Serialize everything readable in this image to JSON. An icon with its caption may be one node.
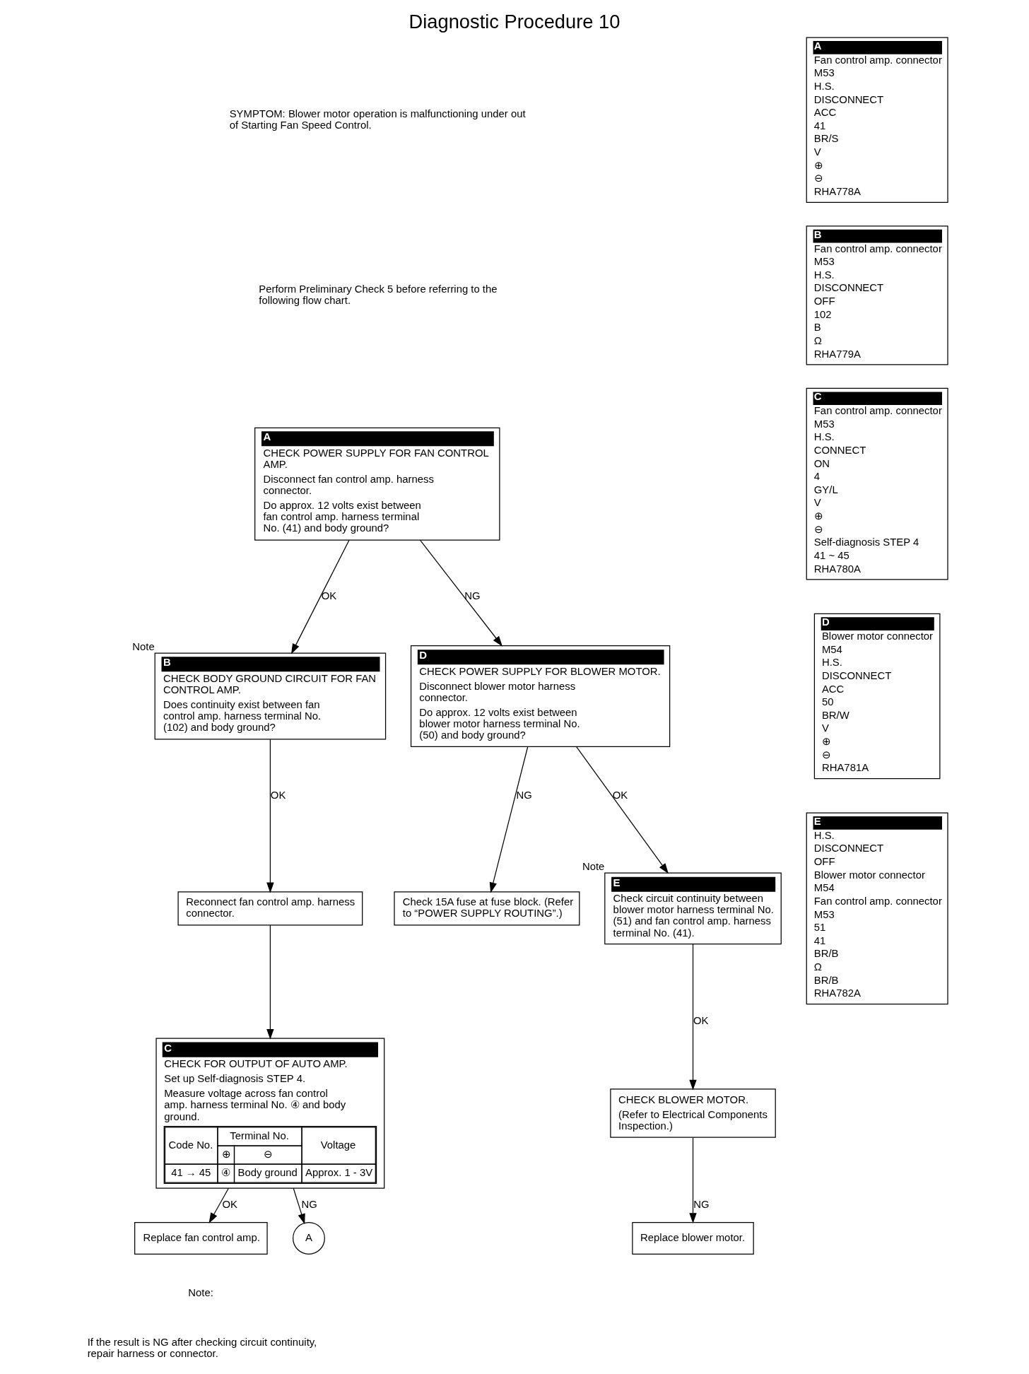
{
  "diagram": {
    "title": "Diagnostic Procedure 10",
    "nodes": [
      {
        "text": [
          "A",
          "Fan control amp. connector",
          "M53",
          "H.S.",
          "DISCONNECT",
          "ACC",
          "41",
          "BR/S",
          "V",
          "⊕",
          "⊖",
          "RHA778A"
        ]
      },
      {
        "text": [
          "B",
          "Fan control amp. connector",
          "M53",
          "H.S.",
          "DISCONNECT",
          "OFF",
          "102",
          "B",
          "Ω",
          "RHA779A"
        ]
      },
      {
        "text": [
          "C",
          "Fan control amp. connector",
          "M53",
          "H.S.",
          "CONNECT",
          "ON",
          "4",
          "GY/L",
          "V",
          "⊕",
          "⊖",
          "Self-diagnosis STEP 4",
          "41 ~ 45",
          "RHA780A"
        ]
      },
      {
        "text": [
          "D",
          "Blower motor connector",
          "M54",
          "H.S.",
          "DISCONNECT",
          "ACC",
          "50",
          "BR/W",
          "V",
          "⊕",
          "⊖",
          "RHA781A"
        ]
      },
      {
        "text": [
          "E",
          "H.S.",
          "DISCONNECT",
          "OFF",
          "Blower motor connector",
          "M54",
          "Fan control amp. connector",
          "M53",
          "51",
          "41",
          "BR/B",
          "Ω",
          "BR/B",
          "RHA782A"
        ]
      },
      {
        "text": [
          "A",
          "CHECK POWER SUPPLY FOR FAN CONTROL AMP.",
          "Disconnect fan control amp. harness connector.",
          "Do approx. 12 volts exist between fan control amp. harness terminal No. (41) and body ground?"
        ]
      },
      {
        "text": [
          "B",
          "CHECK BODY GROUND CIRCUIT FOR FAN CONTROL AMP.",
          "Does continuity exist between fan control amp. harness terminal No. (102) and body ground?"
        ],
        "beside": [
          "Note"
        ]
      },
      {
        "text": [
          "Reconnect fan control amp. harness connector."
        ]
      },
      {
        "text": [
          "C",
          "CHECK FOR OUTPUT OF AUTO AMP.",
          "Set up Self-diagnosis STEP 4.",
          "Measure voltage across fan control amp. harness terminal No. ④ and body ground.",
          "Code No.",
          "Terminal No.",
          "Voltage",
          "⊕",
          "⊖",
          "41 → 45",
          "④",
          "Body ground",
          "Approx. 1 - 3V"
        ]
      },
      {
        "text": [
          "Replace fan control amp."
        ]
      },
      {
        "text": [
          "D",
          "CHECK POWER SUPPLY FOR BLOWER MOTOR.",
          "Disconnect blower motor harness connector.",
          "Do approx. 12 volts exist between blower motor harness terminal No. (50) and body ground?"
        ]
      },
      {
        "text": [
          "Check 15A fuse at fuse block. (Refer to “POWER SUPPLY ROUTING”.)"
        ]
      },
      {
        "text": [
          "E",
          "Check circuit continuity between blower motor harness terminal No. (51) and fan control amp. harness terminal No. (41)."
        ],
        "beside": [
          "Note"
        ]
      },
      {
        "text": [
          "CHECK BLOWER MOTOR.",
          "(Refer to Electrical Components Inspection.)"
        ]
      },
      {
        "text": [
          "Replace blower motor."
        ]
      },
      {
        "text": [
          "A"
        ]
      }
    ],
    "edges": [
      {
        "from": 5,
        "to": 10,
        "arrow": "to",
        "label": "NG"
      },
      {
        "from": 5,
        "to": 6,
        "arrow": "to",
        "label": "OK"
      },
      {
        "from": 6,
        "to": 7,
        "arrow": "to",
        "label": "OK"
      },
      {
        "from": 7,
        "to": 8,
        "arrow": "to"
      },
      {
        "from": 8,
        "to": 9,
        "arrow": "to",
        "label": "OK"
      },
      {
        "from": 8,
        "to": 15,
        "arrow": "to",
        "label": "NG"
      },
      {
        "from": 10,
        "to": 12,
        "arrow": "to",
        "label": "OK"
      },
      {
        "from": 10,
        "to": 11,
        "arrow": "to",
        "label": "NG"
      },
      {
        "from": 12,
        "to": 13,
        "arrow": "to",
        "label": "OK"
      },
      {
        "from": 13,
        "to": 14,
        "arrow": "to",
        "label": "NG"
      }
    ],
    "labels": [
      "SYMPTOM: Blower motor operation is malfunctioning under out of Starting Fan Speed Control.",
      "Perform Preliminary Check 5 before referring to the following flow chart.",
      "Note:",
      "If the result is NG after checking circuit continuity, repair harness or connector."
    ]
  }
}
